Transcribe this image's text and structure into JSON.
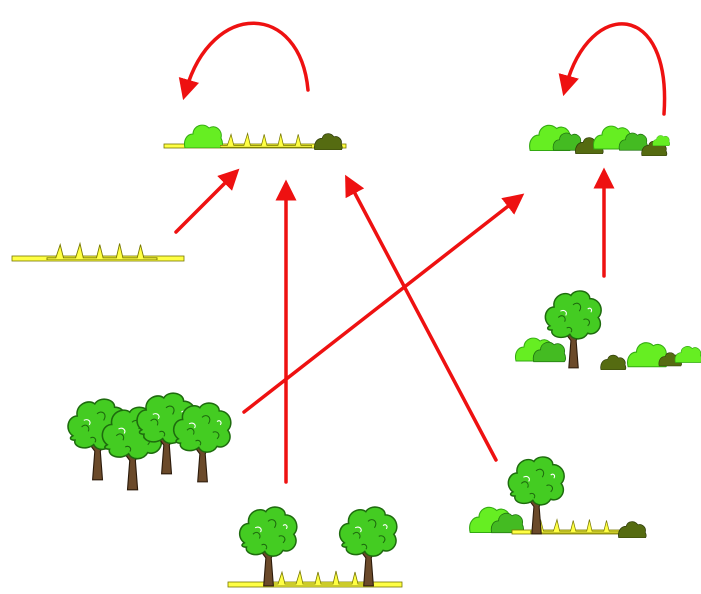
{
  "colors": {
    "arrow": "#ee1111",
    "grass": "#ffff44",
    "grass_stroke": "#777700",
    "tree_canopy": "#44cc22",
    "tree_canopy_dark": "#228811",
    "trunk": "#6b4a2a",
    "shrub_light": "#66ee22",
    "shrub_mid": "#33bb22",
    "shrub_dark": "#556b11"
  },
  "nodes": [
    {
      "id": "grass-shrub-mosaic",
      "composition": [
        "shrub",
        "grass",
        "dark-shrub"
      ]
    },
    {
      "id": "dense-shrubland",
      "composition": [
        "shrubs",
        "dark-shrubs"
      ]
    },
    {
      "id": "grassland",
      "composition": [
        "grass"
      ]
    },
    {
      "id": "woodland-with-shrubs",
      "composition": [
        "tree",
        "shrubs"
      ]
    },
    {
      "id": "dense-forest",
      "composition": [
        "trees"
      ]
    },
    {
      "id": "savanna",
      "composition": [
        "trees",
        "grass"
      ]
    },
    {
      "id": "tree-shrub-grass",
      "composition": [
        "tree",
        "shrub",
        "grass"
      ]
    }
  ],
  "transitions": [
    {
      "from": "grass-shrub-mosaic",
      "to": "grass-shrub-mosaic",
      "type": "self-loop"
    },
    {
      "from": "dense-shrubland",
      "to": "dense-shrubland",
      "type": "self-loop"
    },
    {
      "from": "grassland",
      "to": "grass-shrub-mosaic"
    },
    {
      "from": "savanna",
      "to": "grass-shrub-mosaic"
    },
    {
      "from": "tree-shrub-grass",
      "to": "grass-shrub-mosaic"
    },
    {
      "from": "dense-forest",
      "to": "dense-shrubland"
    },
    {
      "from": "woodland-with-shrubs",
      "to": "dense-shrubland"
    }
  ]
}
